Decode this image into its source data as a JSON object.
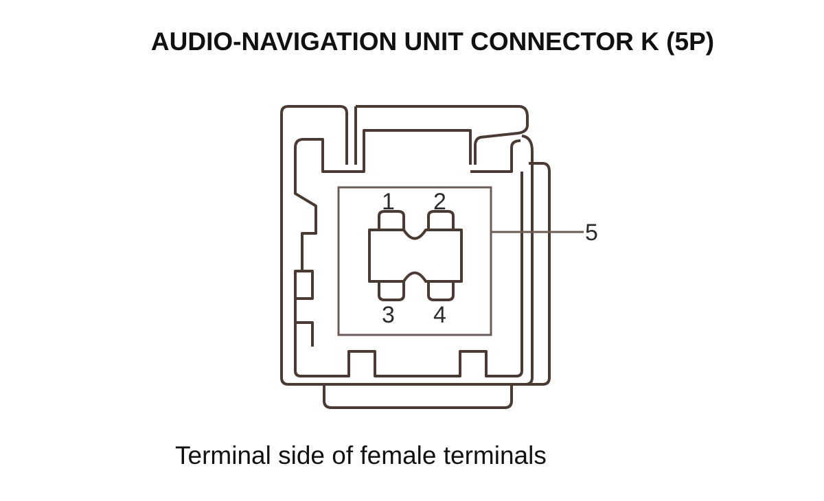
{
  "title": "AUDIO-NAVIGATION UNIT CONNECTOR K (5P)",
  "caption": "Terminal side of female terminals",
  "pins": [
    {
      "label": "1"
    },
    {
      "label": "2"
    },
    {
      "label": "3"
    },
    {
      "label": "4"
    },
    {
      "label": "5"
    }
  ],
  "colors": {
    "outline": "#4a3a34",
    "inner": "#6b5b55"
  }
}
